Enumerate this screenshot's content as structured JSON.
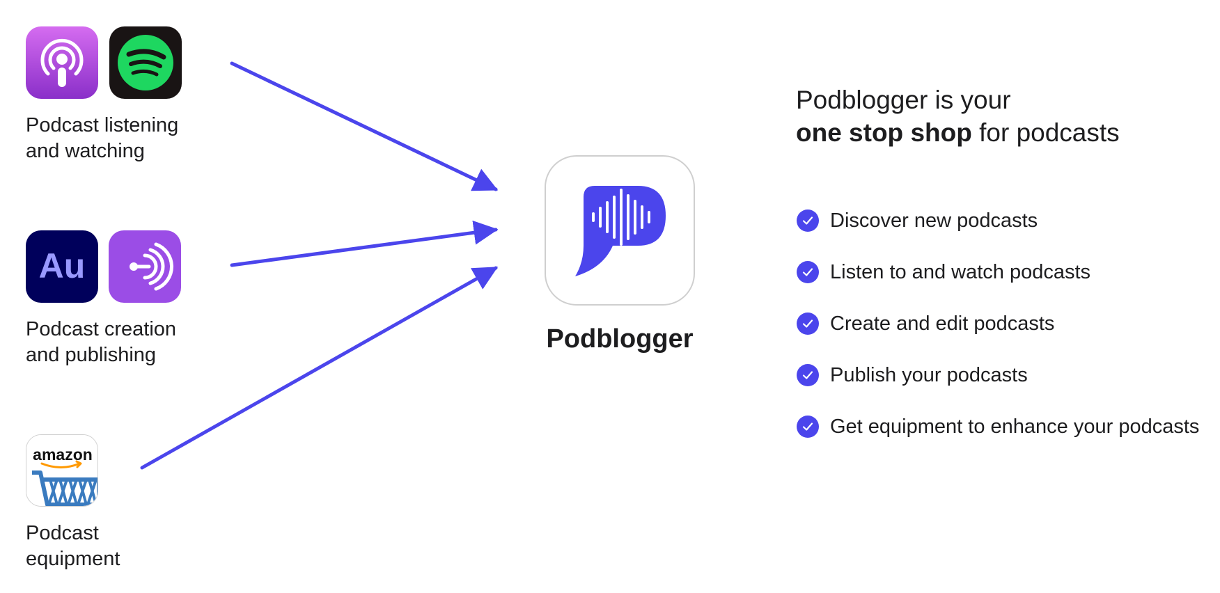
{
  "accent_color": "#4b45ec",
  "sources": [
    {
      "label_lines": [
        "Podcast listening",
        "and watching"
      ],
      "icons": [
        "apple-podcasts-icon",
        "spotify-icon"
      ]
    },
    {
      "label_lines": [
        "Podcast creation",
        "and publishing"
      ],
      "icons": [
        "adobe-audition-icon",
        "anchor-icon"
      ],
      "audition_letters": "Au"
    },
    {
      "label_lines": [
        "Podcast",
        "equipment"
      ],
      "icons": [
        "amazon-shopping-icon"
      ],
      "amazon_wordmark": "amazon"
    }
  ],
  "hub": {
    "name": "Podblogger",
    "icon": "podblogger-logo-icon"
  },
  "headline": {
    "line1": "Podblogger is your",
    "line2_bold": "one stop shop",
    "line2_rest": " for podcasts"
  },
  "features": [
    "Discover new podcasts",
    "Listen to and watch podcasts",
    "Create and edit podcasts",
    "Publish your podcasts",
    "Get equipment to enhance your podcasts"
  ],
  "feature_icon": "checkmark-circle-icon"
}
